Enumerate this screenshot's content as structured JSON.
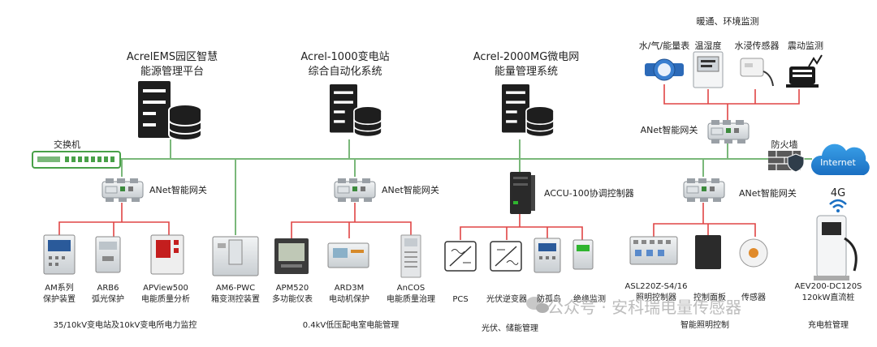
{
  "systems": {
    "ems": {
      "line1": "AcrelEMS园区智慧",
      "line2": "能源管理平台"
    },
    "s1000": {
      "line1": "Acrel-1000变电站",
      "line2": "综合自动化系统"
    },
    "s2000": {
      "line1": "Acrel-2000MG微电网",
      "line2": "能量管理系统"
    }
  },
  "switch_label": "交换机",
  "env": {
    "title": "暖通、环境监测",
    "items": [
      "水/气/能量表",
      "温湿度",
      "水浸传感器",
      "震动监测"
    ],
    "gateway": "ANet智能网关"
  },
  "firewall": "防火墙",
  "internet": "Internet",
  "gateways": {
    "g1": "ANet智能网关",
    "g2": "ANet智能网关",
    "g4": "ANet智能网关"
  },
  "accu": "ACCU-100协调控制器",
  "signal_4g": "4G",
  "devices": {
    "am": {
      "l1": "AM系列",
      "l2": "保护装置"
    },
    "arb": {
      "l1": "ARB6",
      "l2": "弧光保护"
    },
    "apv": {
      "l1": "APView500",
      "l2": "电能质量分析"
    },
    "am6": {
      "l1": "AM6-PWC",
      "l2": "箱变测控装置"
    },
    "apm": {
      "l1": "APM520",
      "l2": "多功能仪表"
    },
    "ard": {
      "l1": "ARD3M",
      "l2": "电动机保护"
    },
    "ancos": {
      "l1": "AnCOS",
      "l2": "电能质量治理"
    },
    "pcs": {
      "l1": "PCS"
    },
    "pv": {
      "l1": "光伏逆变器"
    },
    "anti": {
      "l1": "防孤岛"
    },
    "insul": {
      "l1": "绝缘监测"
    },
    "asl": {
      "l1": "ASL220Z-S4/16",
      "l2": "照明控制器"
    },
    "panel": {
      "l1": "控制面板"
    },
    "sensor": {
      "l1": "传感器"
    },
    "aev": {
      "l1": "AEV200-DC120S",
      "l2": "120kW直流桩"
    }
  },
  "groups": {
    "g1": "35/10kV变电站及10kV变电所电力监控",
    "g2": "0.4kV低压配电室电能管理",
    "g3": "光伏、储能管理",
    "g4": "智能照明控制",
    "g5": "充电桩管理"
  },
  "watermark": "公众号 · 安科瑞电量传感器"
}
